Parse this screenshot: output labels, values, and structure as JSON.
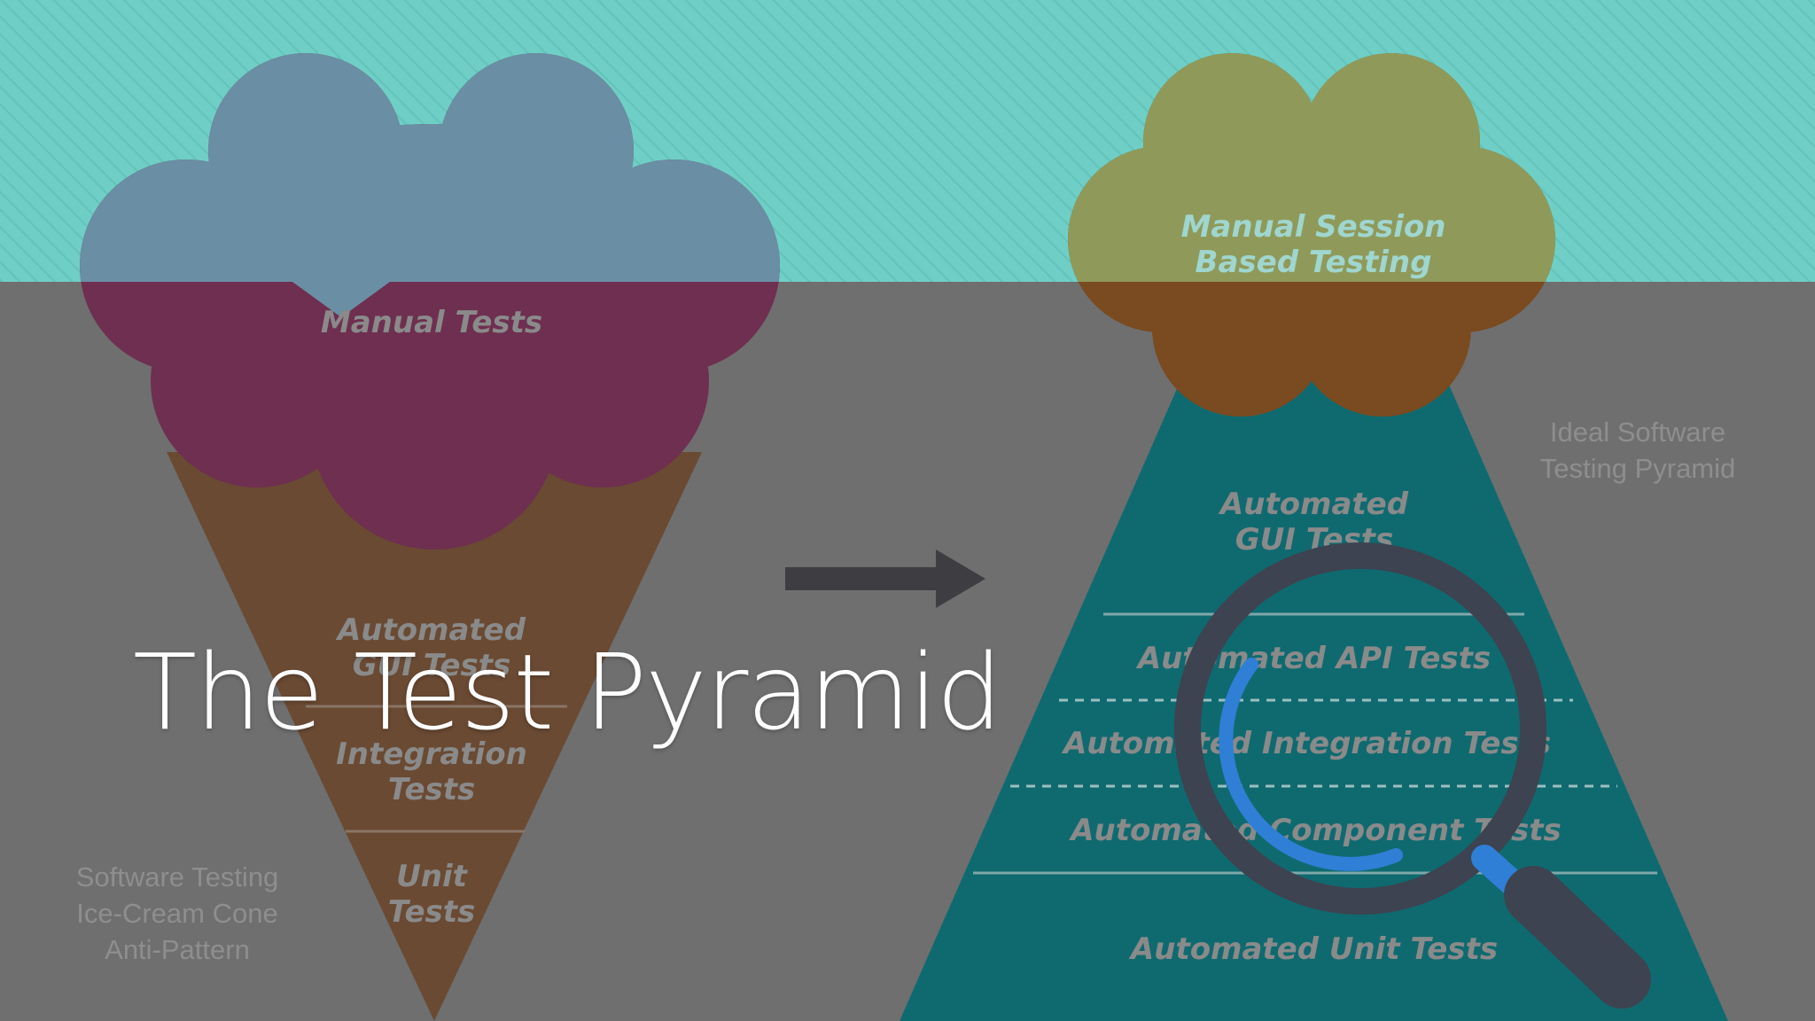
{
  "slide": {
    "title": "The Test Pyramid"
  },
  "ice_cream_cone": {
    "scoop_label": "Manual Tests",
    "layers": [
      {
        "lines": [
          "Automated",
          "GUI Tests"
        ]
      },
      {
        "lines": [
          "Integration",
          "Tests"
        ]
      },
      {
        "lines": [
          "Unit",
          "Tests"
        ]
      }
    ],
    "caption": [
      "Software Testing",
      "Ice-Cream Cone",
      "Anti-Pattern"
    ]
  },
  "pyramid": {
    "cloud_label": [
      "Manual Session",
      "Based Testing"
    ],
    "layers": [
      {
        "lines": [
          "Automated",
          "GUI Tests"
        ]
      },
      {
        "lines": [
          "Automated API Tests"
        ]
      },
      {
        "lines": [
          "Automated Integration Tests"
        ]
      },
      {
        "lines": [
          "Automated Component Tests"
        ]
      },
      {
        "lines": [
          "Automated Unit Tests"
        ]
      }
    ],
    "caption": [
      "Ideal Software",
      "Testing Pyramid"
    ]
  },
  "colors": {
    "background": "#6f6f70",
    "top_band": "#6fcfc6",
    "cone": "#6a4a33",
    "scoop": "#6e2f50",
    "pyramid": "#0f6a70",
    "cloud": "#7a4a20",
    "magnifier": "#3d4350",
    "accent": "#2f7fd6",
    "label": "#8a8a8a",
    "title": "#ffffff"
  },
  "icons": [
    "arrow-right-icon",
    "magnifier-icon"
  ]
}
